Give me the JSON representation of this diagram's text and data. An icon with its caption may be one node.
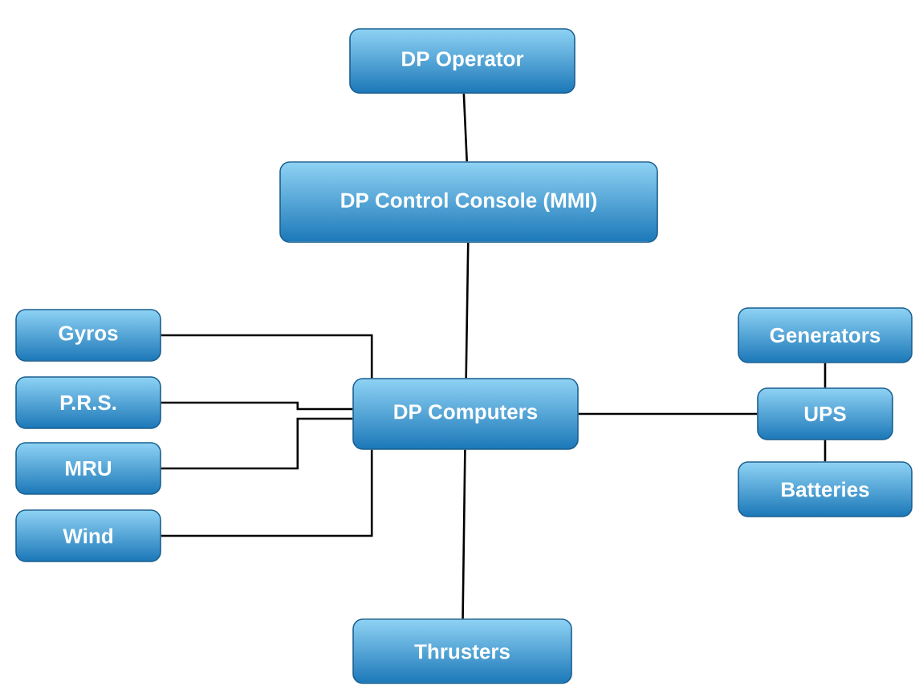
{
  "diagram": {
    "nodes": [
      {
        "text": [
          "DP Operator"
        ]
      },
      {
        "text": [
          "DP Control Console (MMI)"
        ]
      },
      {
        "text": [
          "Gyros"
        ]
      },
      {
        "text": [
          "P.R.S."
        ]
      },
      {
        "text": [
          "MRU"
        ]
      },
      {
        "text": [
          "Wind"
        ]
      },
      {
        "text": [
          "DP Computers"
        ]
      },
      {
        "text": [
          "Generators"
        ]
      },
      {
        "text": [
          "UPS"
        ]
      },
      {
        "text": [
          "Batteries"
        ]
      },
      {
        "text": [
          "Thrusters"
        ]
      }
    ],
    "edges": [
      {
        "from": 0,
        "to": 1,
        "arrow": "none"
      },
      {
        "from": 1,
        "to": 6,
        "arrow": "none"
      },
      {
        "from": 2,
        "to": 6,
        "arrow": "none"
      },
      {
        "from": 3,
        "to": 6,
        "arrow": "none"
      },
      {
        "from": 4,
        "to": 6,
        "arrow": "none"
      },
      {
        "from": 5,
        "to": 6,
        "arrow": "none"
      },
      {
        "from": 6,
        "to": 8,
        "arrow": "none"
      },
      {
        "from": 7,
        "to": 8,
        "arrow": "none"
      },
      {
        "from": 8,
        "to": 9,
        "arrow": "none"
      },
      {
        "from": 6,
        "to": 10,
        "arrow": "none"
      }
    ]
  }
}
